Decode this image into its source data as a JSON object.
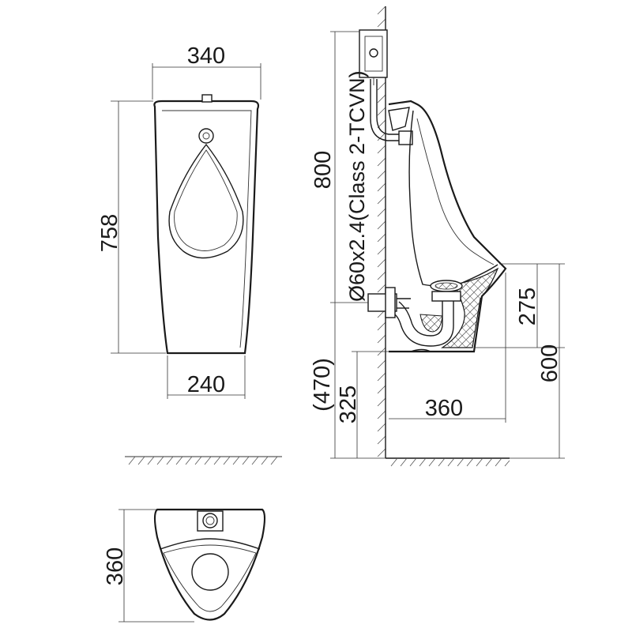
{
  "labels": {
    "front_width_top": "340",
    "front_height": "758",
    "front_width_bottom": "240",
    "top_depth": "360",
    "side_height_800": "800",
    "pipe_spec": "Ø60x2.4(Class 2-TCVN)",
    "side_275": "275",
    "side_600": "600",
    "side_470": "(470)",
    "side_325": "325",
    "side_360": "360"
  }
}
